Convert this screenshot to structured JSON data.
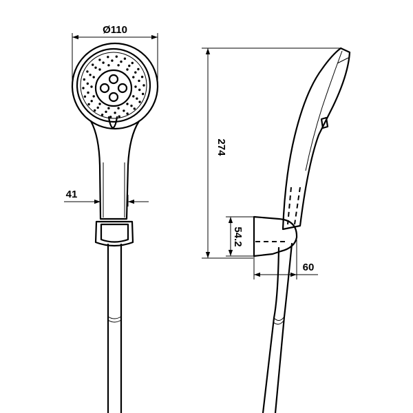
{
  "dimensions": {
    "head_diameter": "Ø110",
    "total_length": "274",
    "handle_width": "41",
    "bracket_height": "54.2",
    "bracket_projection": "60"
  },
  "colors": {
    "line": "#000000",
    "background": "#ffffff"
  }
}
